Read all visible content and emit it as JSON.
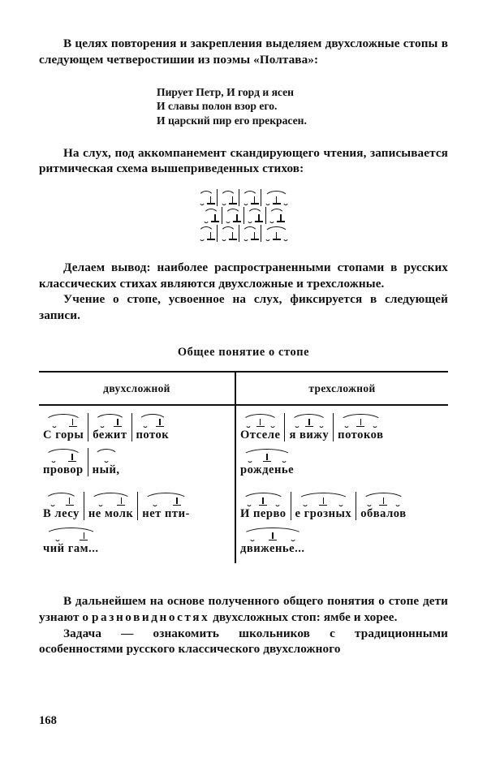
{
  "page": {
    "folio": "168",
    "language": "ru"
  },
  "paragraphs": {
    "p1": "В целях повторения и закрепления выделяем двухсложные стопы в следующем четверостишии из поэмы «Полтава»:",
    "p2": "На слух, под аккомпанемент скандирующего чтения, записывается ритмическая схема вышеприведенных стихов:",
    "p3": "Делаем вывод: наиболее распространенными стопами в русских классических стихах являются двухсложные и трехсложные.",
    "p4": "Учение о стопе, усвоенное на слух, фиксируется в следующей записи.",
    "p5_a": "В дальнейшем на основе полученного общего понятия о стопе дети узнают о ",
    "p5_spaced": "разновидностях",
    "p5_b": " двухсложных стоп: ямбе и хорее.",
    "p6": "Задача — ознакомить школьников с традиционными особенностями русского классического двухсложного"
  },
  "verse": {
    "line1": "Пирует Петр, И горд и ясен",
    "line2": "И славы полон взор его.",
    "line3": "И царский пир его прекрасен."
  },
  "rhythm_scheme": {
    "caption": "ритмическая схема",
    "rows": [
      {
        "feet": [
          "breve-ictus",
          "breve-ictus",
          "breve-ictus",
          "breve-ictus-breve"
        ]
      },
      {
        "feet": [
          "breve-ictus",
          "breve-ictus",
          "breve-ictus",
          "breve-ictus"
        ]
      },
      {
        "feet": [
          "breve-ictus",
          "breve-ictus",
          "breve-ictus",
          "breve-ictus-breve"
        ]
      }
    ]
  },
  "table": {
    "title": "Общее понятие о стопе",
    "headers": {
      "left": "двухсложной",
      "right": "трехсложной"
    },
    "left_column": {
      "example_1": {
        "lines": [
          {
            "groups": [
              {
                "word": "С  горы",
                "marks": [
                  "breve",
                  "ictus"
                ]
              },
              {
                "word": "бежит",
                "marks": [
                  "breve",
                  "ictus"
                ]
              },
              {
                "word": "поток",
                "marks": [
                  "breve",
                  "ictus"
                ]
              }
            ]
          },
          {
            "groups": [
              {
                "word": "провор",
                "marks": [
                  "breve",
                  "ictus"
                ]
              },
              {
                "word": "ный,",
                "marks": [
                  "breve"
                ]
              }
            ]
          }
        ]
      },
      "example_2": {
        "lines": [
          {
            "groups": [
              {
                "word": "В  лесу",
                "marks": [
                  "breve",
                  "ictus"
                ]
              },
              {
                "word": "не молк",
                "marks": [
                  "breve",
                  "ictus"
                ]
              },
              {
                "word": "нет пти-",
                "marks": [
                  "breve",
                  "ictus"
                ]
              }
            ]
          },
          {
            "groups": [
              {
                "word": "чий гам...",
                "marks": [
                  "breve",
                  "ictus"
                ]
              }
            ]
          }
        ]
      }
    },
    "right_column": {
      "example_1": {
        "lines": [
          {
            "groups": [
              {
                "word": "Отселе",
                "marks": [
                  "breve",
                  "ictus",
                  "breve"
                ]
              },
              {
                "word": "я вижу",
                "marks": [
                  "breve",
                  "ictus",
                  "breve"
                ]
              },
              {
                "word": "потоков",
                "marks": [
                  "breve",
                  "ictus",
                  "breve"
                ]
              }
            ]
          },
          {
            "groups": [
              {
                "word": "рожденье",
                "marks": [
                  "breve",
                  "ictus",
                  "breve"
                ]
              }
            ]
          }
        ]
      },
      "example_2": {
        "lines": [
          {
            "groups": [
              {
                "word": "И перво",
                "marks": [
                  "breve",
                  "ictus",
                  "breve"
                ]
              },
              {
                "word": "е грозных",
                "marks": [
                  "breve",
                  "ictus",
                  "breve"
                ]
              },
              {
                "word": "обвалов",
                "marks": [
                  "breve",
                  "ictus",
                  "breve"
                ]
              }
            ]
          },
          {
            "groups": [
              {
                "word": "движенье...",
                "marks": [
                  "breve",
                  "ictus",
                  "breve"
                ]
              }
            ]
          }
        ]
      }
    }
  }
}
